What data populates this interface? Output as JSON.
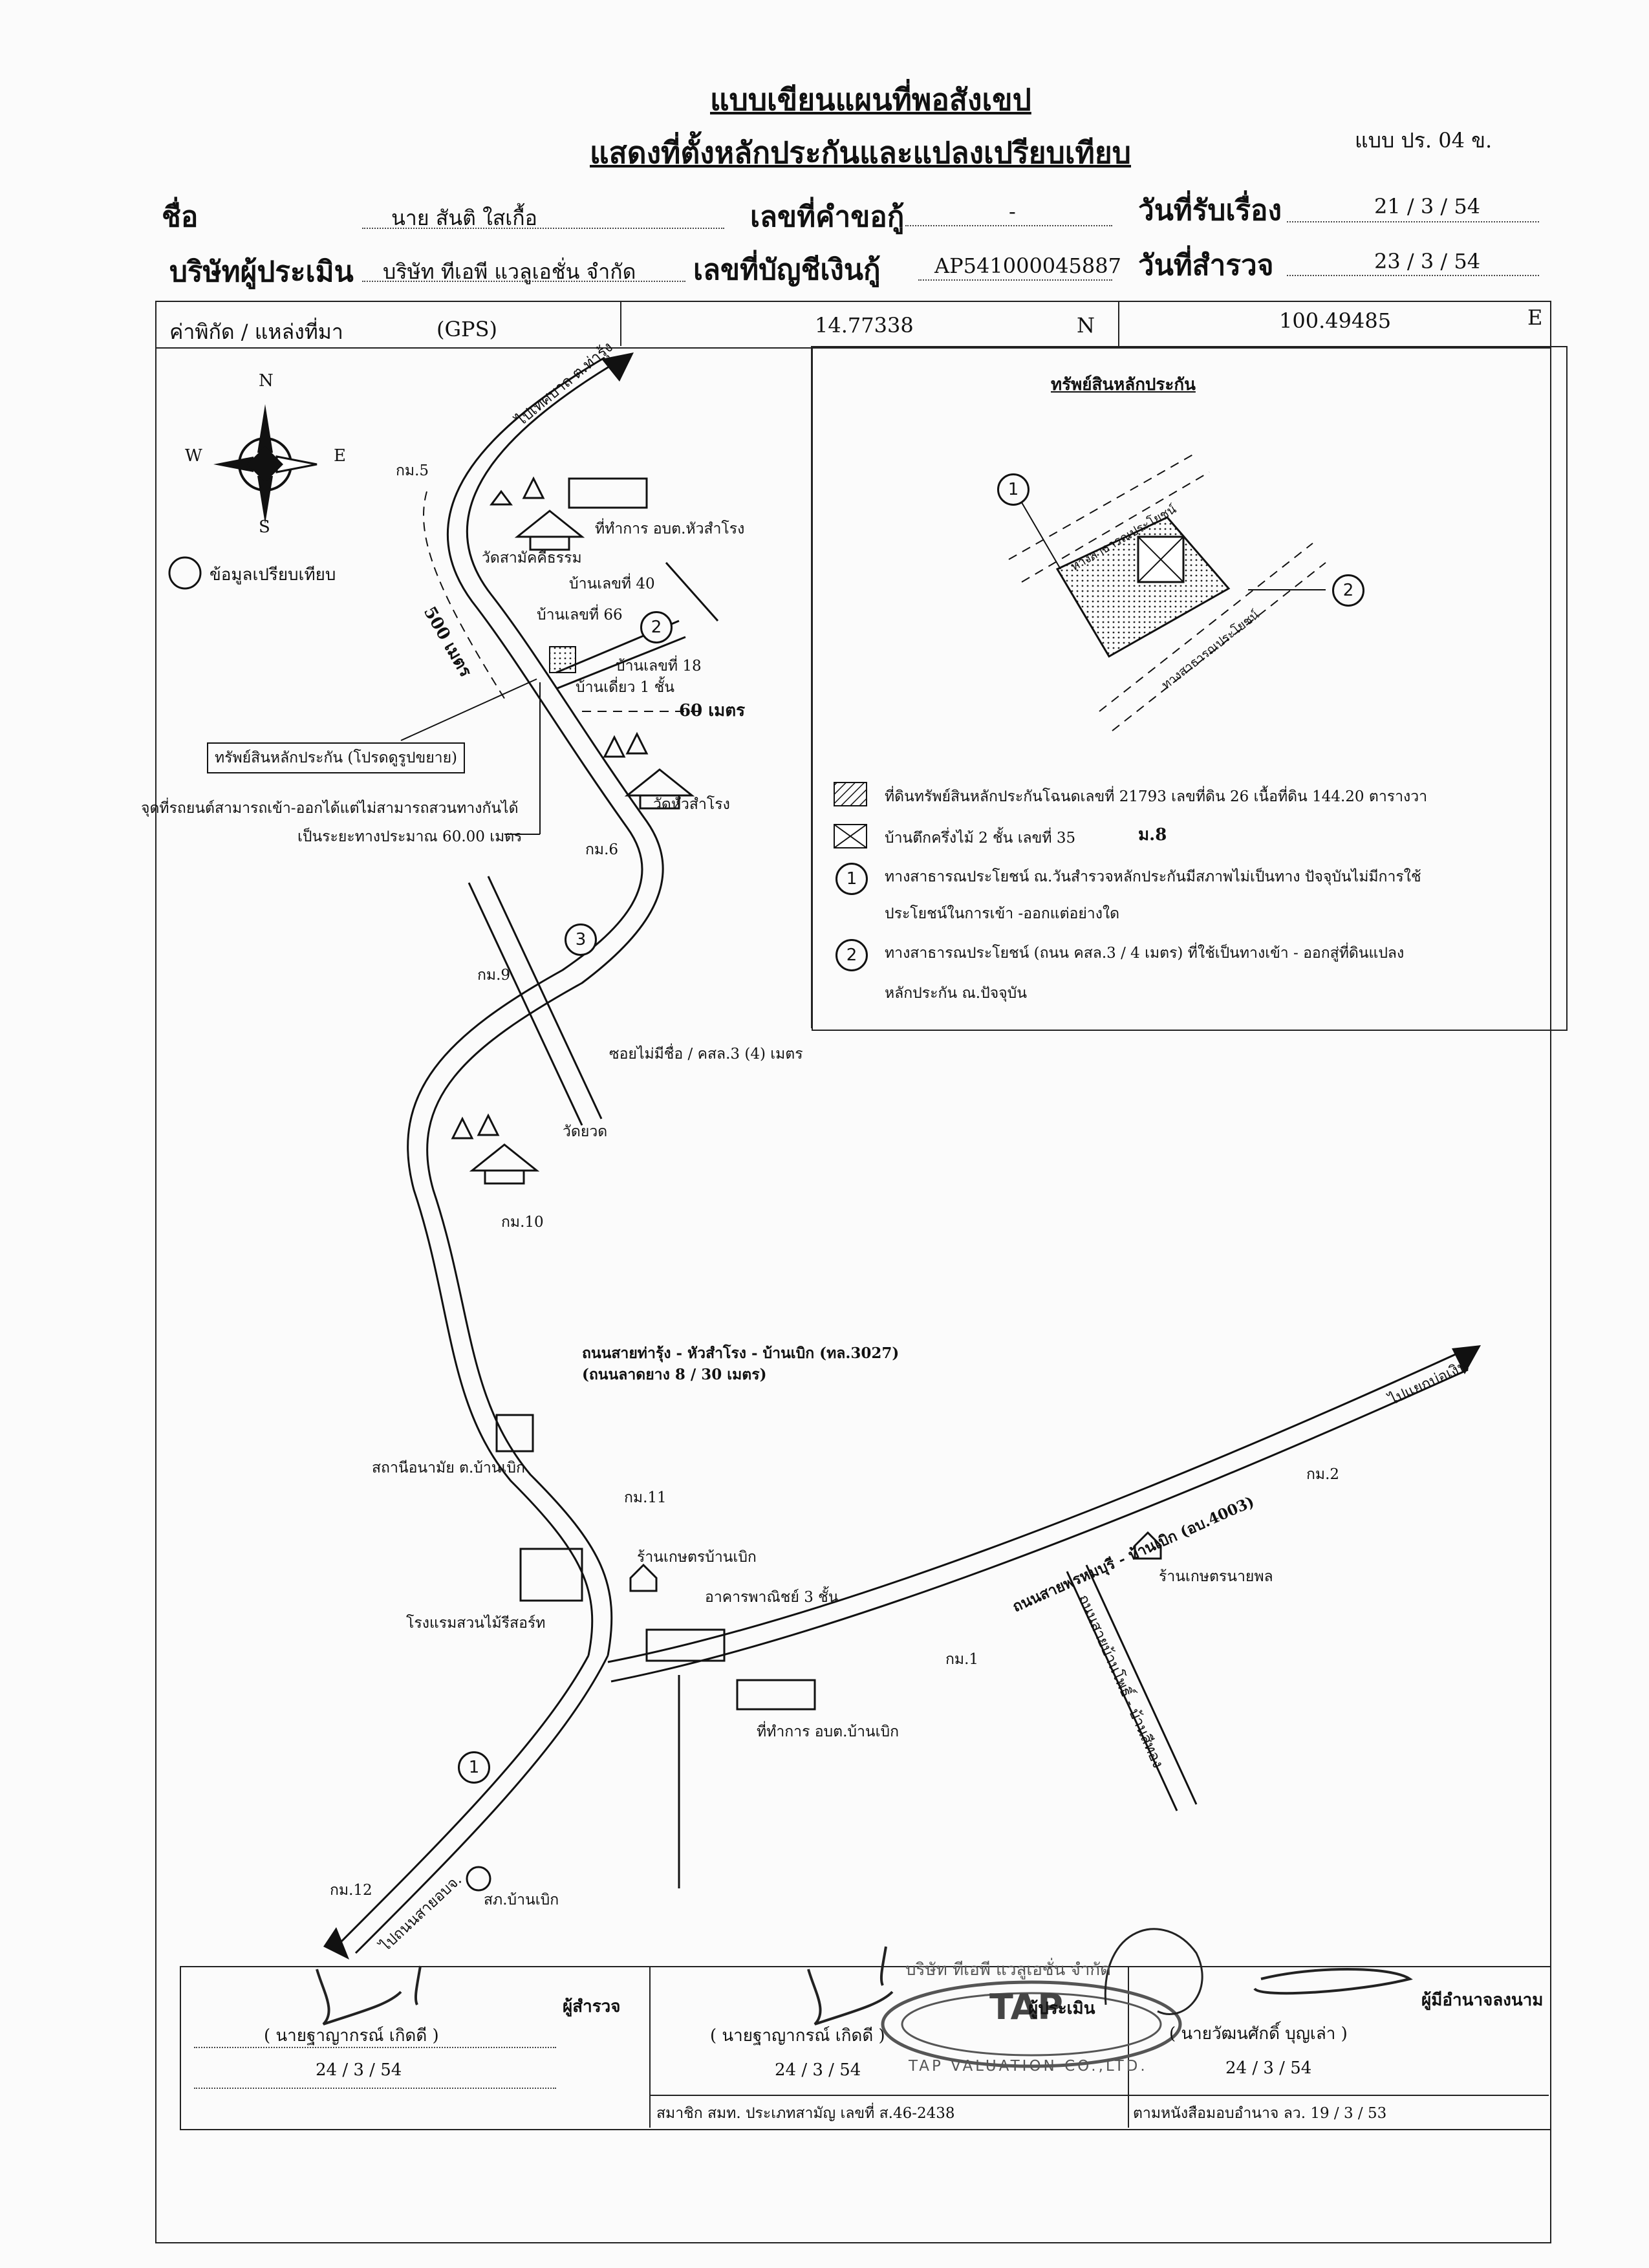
{
  "header": {
    "title1": "แบบเขียนแผนที่พอสังเขป",
    "title2": "แสดงที่ตั้งหลักประกันและแปลงเปรียบเทียบ",
    "form_no": "แบบ ปร. 04 ข.",
    "owner_label": "ชื่อ",
    "owner_value": "นาย สันติ   ใสเกื้อ",
    "request_no_label": "เลขที่คำขอกู้",
    "request_no_value": "-",
    "received_label": "วันที่รับเรื่อง",
    "received_value": "21 / 3 / 54",
    "appraiser_label": "บริษัทผู้ประเมิน",
    "appraiser_value": "บริษัท ทีเอพี แวลูเอชั่น จำกัด",
    "account_label": "เลขที่บัญชีเงินกู้",
    "account_value": "AP541000045887",
    "survey_label": "วันที่สำรวจ",
    "survey_value": "23 / 3 / 54"
  },
  "coords": {
    "label": "ค่าพิกัด / แหล่งที่มา",
    "source": "(GPS)",
    "lat": "14.77338",
    "lat_unit": "N",
    "lon": "100.49485",
    "lon_unit": "E"
  },
  "compass": {
    "n": "N",
    "s": "S",
    "e": "E",
    "w": "W"
  },
  "legend_compare": "ข้อมูลเปรียบเทียบ",
  "map_labels": {
    "road_top": "ไปเทศบาล ต.ท่ารุ้ง",
    "km5": "กม.5",
    "km6": "กม.6",
    "km9": "กม.9",
    "km10": "กม.10",
    "km11": "กม.11",
    "km12": "กม.12",
    "km1": "กม.1",
    "km2": "กม.2",
    "temple1": "วัดสามัคคีธรรม",
    "office1": "ที่ทำการ อบต.หัวสำโรง",
    "house40": "บ้านเลขที่ 40",
    "house66": "บ้านเลขที่ 66",
    "house18": "บ้านเลขที่ 18",
    "house1floor": "บ้านเดี่ยว 1 ชั้น",
    "dist500": "500 เมตร",
    "dist60": "60 เมตร",
    "collateral_box": "ทรัพย์สินหลักประกัน (โปรดดูรูปขยาย)",
    "note_line1": "จุดที่รถยนต์สามารถเข้า-ออกได้แต่ไม่สามารถสวนทางกันได้",
    "note_line2": "เป็นระยะทางประมาณ 60.00 เมตร",
    "temple2": "วัดหัวสำโรง",
    "soi": "ซอยไม่มีชื่อ / คสล.3 (4) เมตร",
    "temple3": "วัดยวด",
    "main_road1": "ถนนสายท่ารุ้ง - หัวสำโรง - บ้านเบิก (ทล.3027)",
    "main_road2": "(ถนนลาดยาง 8 / 30 เมตร)",
    "health": "สถานีอนามัย ต.บ้านเบิก",
    "shop1": "ร้านเกษตรบ้านเบิก",
    "commercial": "อาคารพาณิชย์ 3 ชั้น",
    "hotel": "โรงแรมสวนไม้รีสอร์ท",
    "office2": "ที่ทำการ อบต.บ้านเบิก",
    "road_east": "ไปแยกบ่อเงิน",
    "road_east_name": "ถนนสายพรหมบุรี - บ้านเบิก (อบ.4003)",
    "road_south": "ถนนสายบ้านโพธิ์ - บ้านสีทอง",
    "shop2": "ร้านเกษตรนายพล",
    "road_sw": "ไปถนนสายอบจ.",
    "police": "สภ.บ้านเบิก"
  },
  "detail": {
    "title": "ทรัพย์สินหลักประกัน",
    "road1": "ทางสาธารณประโยชน์",
    "road2": "ทางสาธารณประโยชน์",
    "legend1": "ที่ดินทรัพย์สินหลักประกันโฉนดเลขที่ 21793 เลขที่ดิน 26 เนื้อที่ดิน 144.20 ตารางวา",
    "legend2": "บ้านตึกครึ่งไม้ 2 ชั้น เลขที่ 35",
    "legend2_hand": "ม.8",
    "legend3a": "ทางสาธารณประโยชน์ ณ.วันสำรวจหลักประกันมีสภาพไม่เป็นทาง ปัจจุบันไม่มีการใช้",
    "legend3b": "ประโยชน์ในการเข้า -ออกแต่อย่างใด",
    "legend4a": "ทางสาธารณประโยชน์ (ถนน คสล.3 / 4 เมตร) ที่ใช้เป็นทางเข้า - ออกสู่ที่ดินแปลง",
    "legend4b": "หลักประกัน ณ.ปัจจุบัน"
  },
  "circles": {
    "c1": "1",
    "c2": "2",
    "c3": "3"
  },
  "signatures": {
    "surveyor_role": "ผู้สำรวจ",
    "surveyor_name": "( นายฐาญากรณ์    เกิดดี )",
    "surveyor_date": "24 / 3 / 54",
    "appraiser_role": "ผู้ประเมิน",
    "appraiser_name": "( นายฐาญากรณ์    เกิดดี )",
    "appraiser_date": "24 / 3 / 54",
    "appraiser_member": "สมาชิก สมท. ประเภทสามัญ เลขที่ ส.46-2438",
    "authority_role": "ผู้มีอำนาจลงนาม",
    "authority_name": "( นายวัฒนศักดิ์    บุญเล่า )",
    "authority_date": "24 / 3 / 54",
    "authority_note": "ตามหนังสือมอบอำนาจ ลว. 19 / 3 / 53",
    "stamp_company": "บริษัท ทีเอพี แวลูเอชั่น จำกัด",
    "stamp_logo": "TAP",
    "stamp_text": "TAP VALUATION CO.,LTD."
  }
}
